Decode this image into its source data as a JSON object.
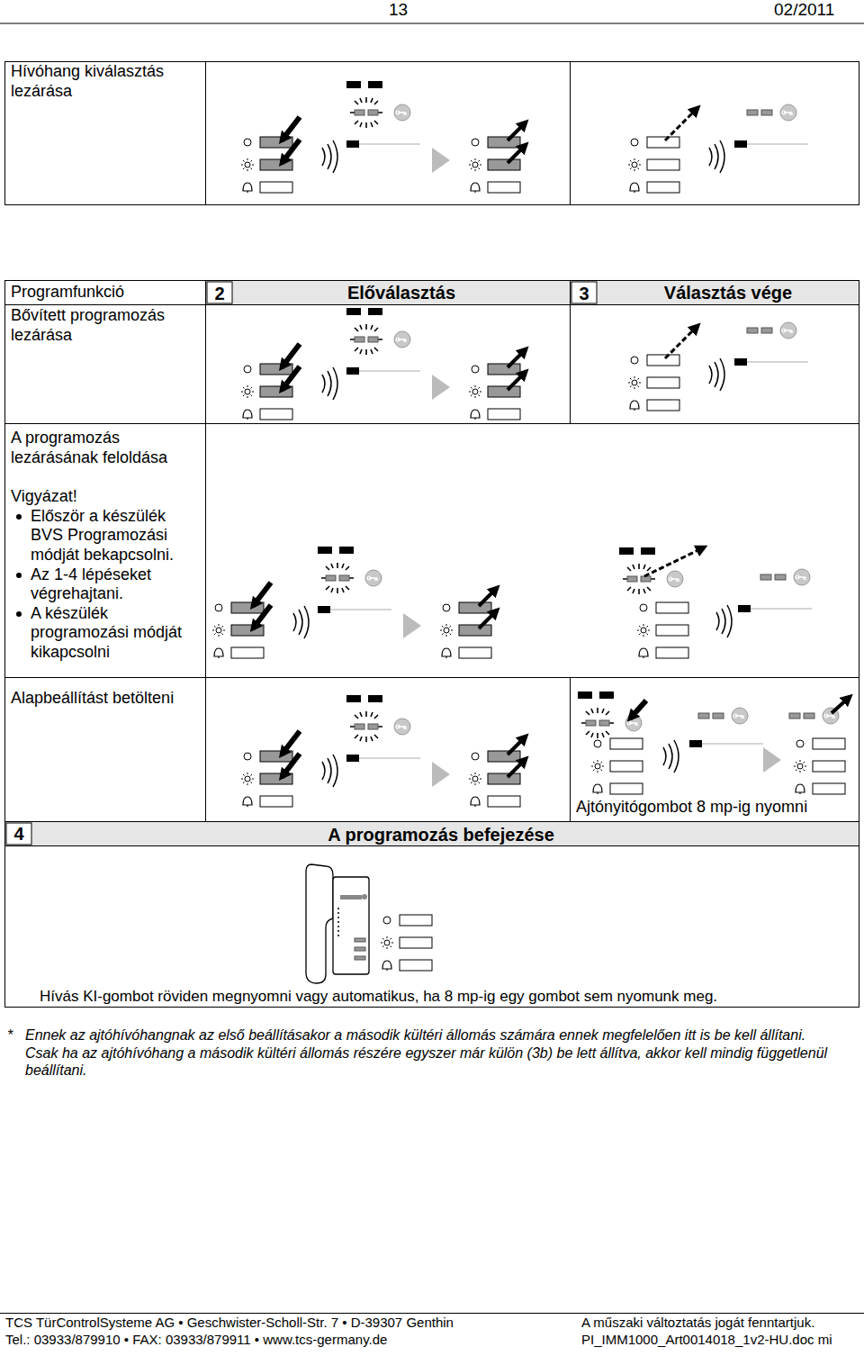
{
  "diagram": {
    "labels": [
      "13",
      "02/2011",
      "Hívóhang kiválasztás lezárása",
      "Programfunkció",
      "2",
      "Előválasztás",
      "3",
      "Választás vége",
      "Bővített programozás lezárása",
      "A programozás lezárásának feloldása",
      "Vigyázat!",
      "Először a készülék BVS Programozási módját bekapcsolni.",
      "Az 1-4 lépéseket végrehajtani.",
      "A készülék programozási módját kikapcsolni",
      "Alapbeállítást betölteni",
      "Ajtónyitógombot 8 mp-ig nyomni",
      "4",
      "A programozás befejezése",
      "Hívás KI-gombot röviden megnyomni vagy automatikus, ha 8 mp-ig egy gombot sem nyomunk meg.",
      "*",
      "Ennek az ajtóhívóhangnak az első beállításakor a második kültéri állomás számára ennek megfelelően itt is be kell állítani.",
      "Csak ha az ajtóhívóhang a második kültéri állomás részére egyszer már külön (3b) be lett állítva, akkor kell mindig függetlenül beállítani.",
      "TCS TürControlSysteme AG • Geschwister-Scholl-Str. 7 • D-39307 Genthin",
      "Tel.: 03933/879910 • FAX: 03933/879911 • www.tcs-germany.de",
      "A műszaki változtatás jogát fenntartjuk.",
      "PI_IMM1000_Art0014018_1v2-HU.doc mi"
    ]
  }
}
